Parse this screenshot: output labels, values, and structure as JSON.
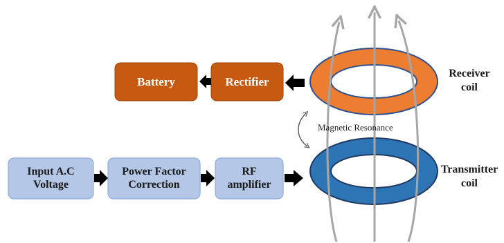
{
  "diagram": {
    "receiver_chain": {
      "battery": "Battery",
      "rectifier": "Rectifier"
    },
    "transmitter_chain": {
      "input": "Input A.C\nVoltage",
      "pfc": "Power Factor\nCorrection",
      "rf": "RF\namplifier"
    },
    "coils": {
      "receiver": "Receiver\ncoil",
      "transmitter": "Transmitter\ncoil"
    },
    "link_label": "Magnetic Resonance",
    "colors": {
      "orange_box": "#c65a11",
      "orange_coil": "#ed7d31",
      "blue_box": "#b4c7e7",
      "blue_box_border": "#8faadc",
      "blue_coil": "#2e75b6",
      "arrow": "#000000",
      "field_lines": "#a6a6a6"
    }
  }
}
